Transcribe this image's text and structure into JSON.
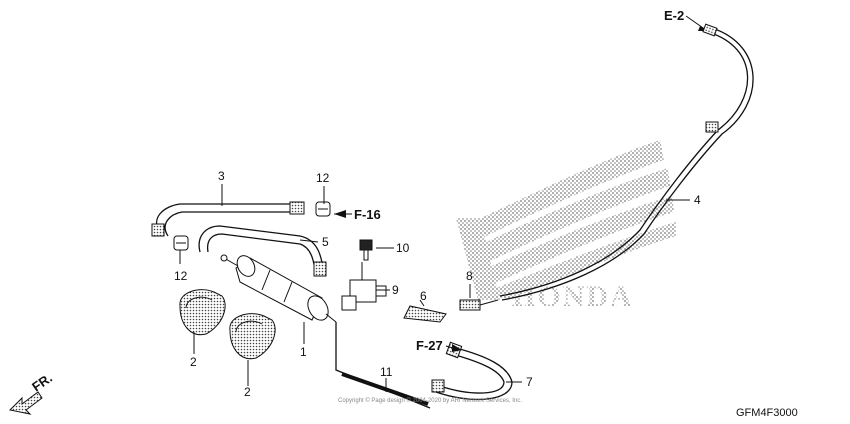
{
  "brand_watermark": "HONDA",
  "diagram_code": "GFM4F3000",
  "direction_label": "FR.",
  "copyright_text": "Copyright © Page design © 2004-2020 by ARI Network Services, Inc.",
  "references": {
    "e2": "E-2",
    "f16": "F-16",
    "f27": "F-27"
  },
  "callouts": {
    "c1": "1",
    "c2a": "2",
    "c2b": "2",
    "c3": "3",
    "c4": "4",
    "c5": "5",
    "c6": "6",
    "c7": "7",
    "c8": "8",
    "c9": "9",
    "c10": "10",
    "c11": "11",
    "c12a": "12",
    "c12b": "12"
  }
}
